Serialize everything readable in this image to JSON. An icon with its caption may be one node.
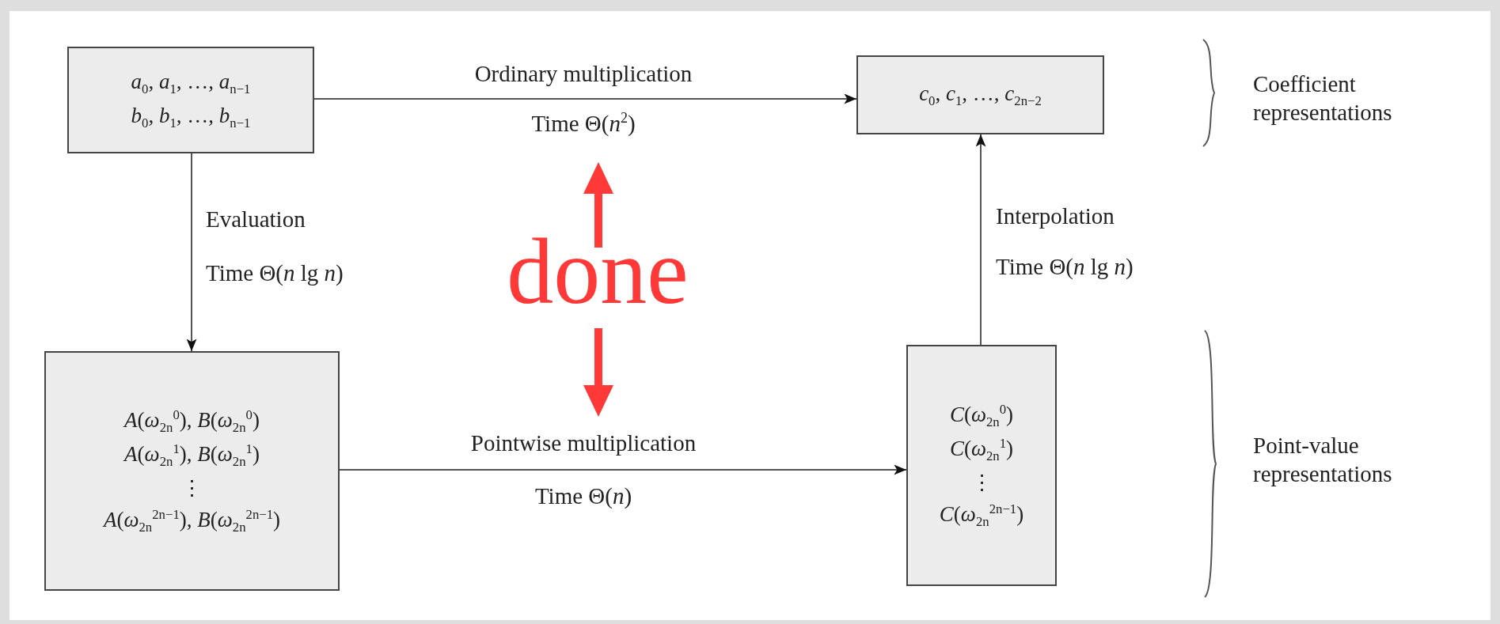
{
  "diagram": {
    "nodes": [
      {
        "text": [
          "*a*$_{0}$, *a*$_{1}$, …, *a*$_{n−1}$",
          "*b*$_{0}$, *b*$_{1}$, …, *b*$_{n−1}$"
        ]
      },
      {
        "text": [
          "*c*$_{0}$, *c*$_{1}$, …, *c*$_{2n−2}$"
        ]
      },
      {
        "text": [
          "*A*(*ω*$_{2n}$$^{0}$), *B*(*ω*$_{2n}$$^{0}$)",
          "*A*(*ω*$_{2n}$$^{1}$), *B*(*ω*$_{2n}$$^{1}$)",
          "⋮",
          "*A*(*ω*$_{2n}$$^{2n−1}$), *B*(*ω*$_{2n}$$^{2n−1}$)"
        ]
      },
      {
        "text": [
          "*C*(*ω*$_{2n}$$^{0}$)",
          "*C*(*ω*$_{2n}$$^{1}$)",
          "⋮",
          "*C*(*ω*$_{2n}$$^{2n−1}$)"
        ]
      }
    ],
    "edges": [
      {
        "from": 0,
        "to": 1,
        "arrow": "to",
        "label": "Ordinary multiplication"
      },
      {
        "from": 0,
        "to": 2,
        "arrow": "to",
        "label": "Evaluation"
      },
      {
        "from": 3,
        "to": 1,
        "arrow": "to",
        "label": "Interpolation"
      },
      {
        "from": 2,
        "to": 3,
        "arrow": "to",
        "label": "Pointwise multiplication"
      }
    ],
    "labels": [
      "Coefficient representations",
      "Time Θ(*n*$^{2}$)",
      "Time Θ(*n* lg *n*)",
      "Time Θ(*n* lg *n*)",
      "done",
      "Point-value representations",
      "Time Θ(*n*)"
    ]
  }
}
